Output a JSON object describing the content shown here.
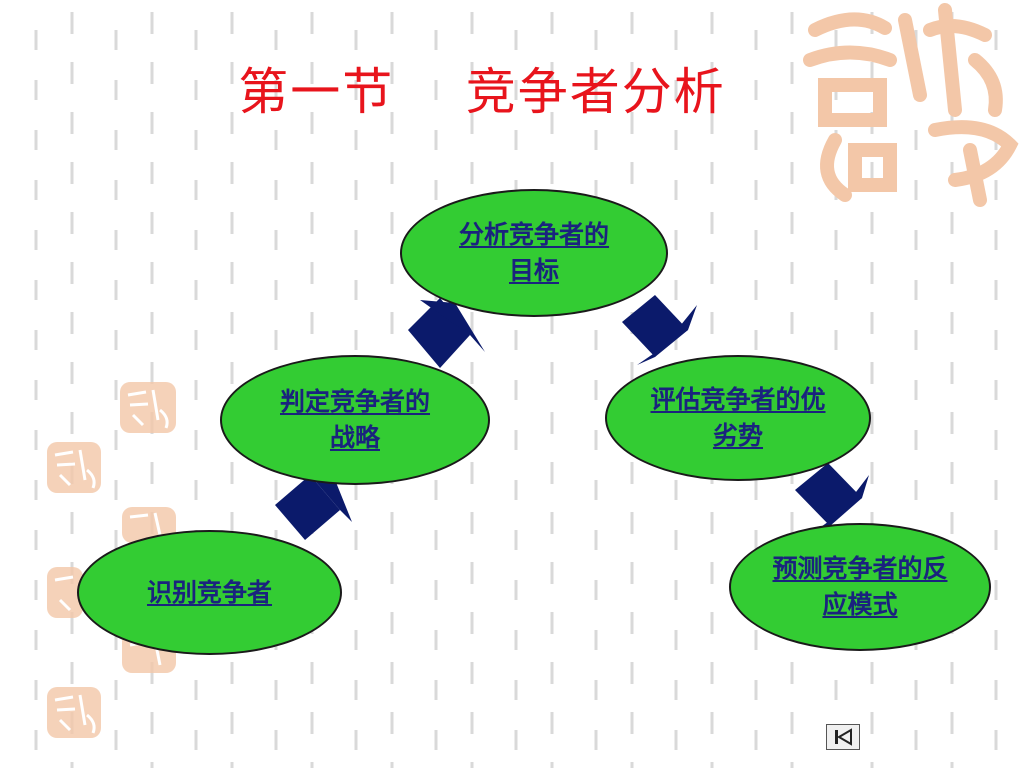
{
  "slide": {
    "title": "第一节    竞争者分析"
  },
  "nodes": {
    "goals": "分析竞争者的目标",
    "strategy": "判定竞争者的战略",
    "strengths": "评估竞争者的优劣势",
    "identify": "识别竞争者",
    "reaction": "预测竞争者的反应模式"
  },
  "colors": {
    "title": "#e8141c",
    "node_fill": "#33cc33",
    "node_text": "#1a237e",
    "arrow": "#0b1a6b",
    "seal": "#f3c7a8"
  },
  "icons": {
    "nav": "first-slide-icon",
    "decoration": "auspicious-seal-icon"
  }
}
